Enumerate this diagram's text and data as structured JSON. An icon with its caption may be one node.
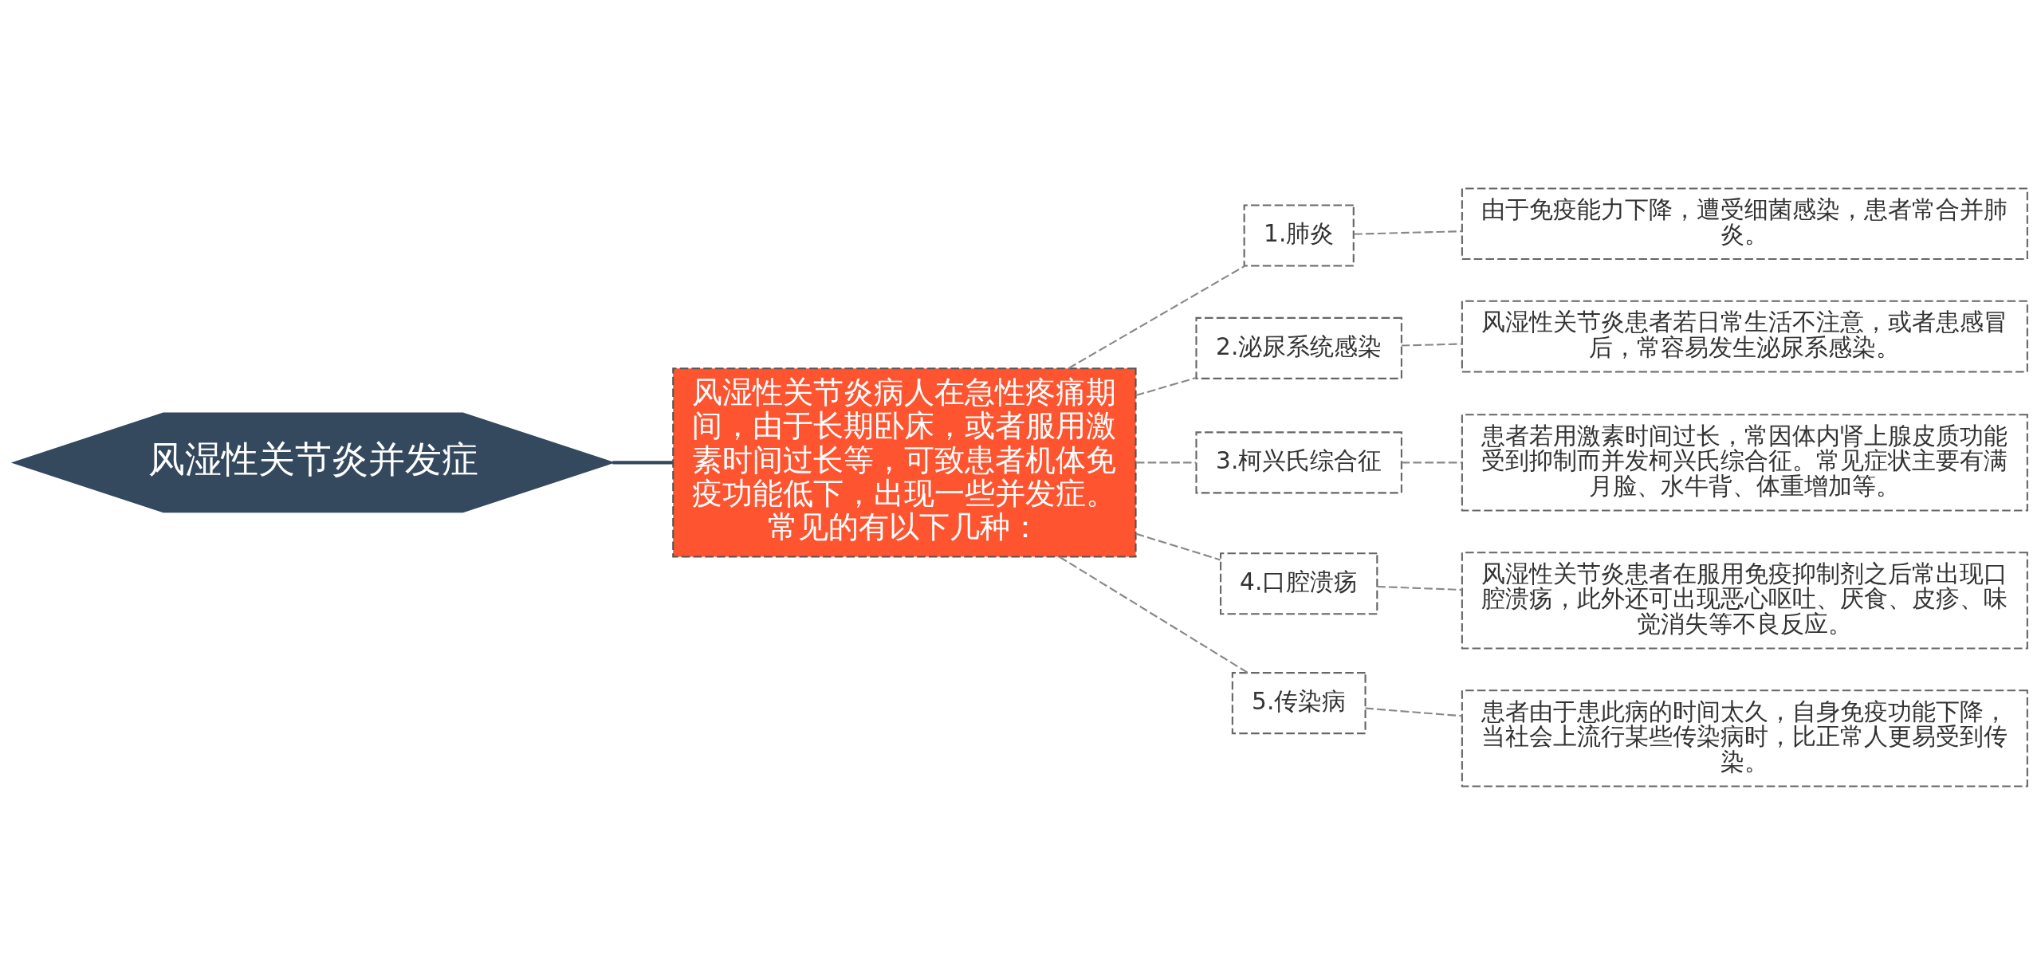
{
  "diagram": {
    "nodes": [
      {
        "text": [
          "风湿性关节炎并发症"
        ]
      },
      {
        "text": [
          "风湿性关节炎病人在急性疼痛期间，由于长期卧床，或者服用激素时间过长等，可致患者机体免疫功能低下，出现一些并发症。常见的有以下几种："
        ]
      },
      {
        "text": [
          "1.肺炎"
        ]
      },
      {
        "text": [
          "由于免疫能力下降，遭受细菌感染，患者常合并肺炎。"
        ]
      },
      {
        "text": [
          "2.泌尿系统感染"
        ]
      },
      {
        "text": [
          "风湿性关节炎患者若日常生活不注意，或者患感冒后，常容易发生泌尿系感染。"
        ]
      },
      {
        "text": [
          "3.柯兴氏综合征"
        ]
      },
      {
        "text": [
          "患者若用激素时间过长，常因体内肾上腺皮质功能受到抑制而并发柯兴氏综合征。常见症状主要有满月脸、水牛背、体重增加等。"
        ]
      },
      {
        "text": [
          "4.口腔溃疡"
        ]
      },
      {
        "text": [
          "风湿性关节炎患者在服用免疫抑制剂之后常出现口腔溃疡，此外还可出现恶心呕吐、厌食、皮疹、味觉消失等不良反应。"
        ]
      },
      {
        "text": [
          "5.传染病"
        ]
      },
      {
        "text": [
          "患者由于患此病的时间太久，自身免疫功能下降，当社会上流行某些传染病时，比正常人更易受到传染。"
        ]
      }
    ],
    "edges": [
      {
        "from": 0,
        "to": 1,
        "arrow": "none",
        "color": "#34495e"
      },
      {
        "from": 1,
        "to": 2,
        "arrow": "none",
        "style": "dashed"
      },
      {
        "from": 2,
        "to": 3,
        "arrow": "none",
        "style": "dashed"
      },
      {
        "from": 1,
        "to": 4,
        "arrow": "none",
        "style": "dashed"
      },
      {
        "from": 4,
        "to": 5,
        "arrow": "none",
        "style": "dashed"
      },
      {
        "from": 1,
        "to": 6,
        "arrow": "none",
        "style": "dashed"
      },
      {
        "from": 6,
        "to": 7,
        "arrow": "none",
        "style": "dashed"
      },
      {
        "from": 1,
        "to": 8,
        "arrow": "none",
        "style": "dashed"
      },
      {
        "from": 8,
        "to": 9,
        "arrow": "none",
        "style": "dashed"
      },
      {
        "from": 1,
        "to": 10,
        "arrow": "none",
        "style": "dashed"
      },
      {
        "from": 10,
        "to": 11,
        "arrow": "none",
        "style": "dashed"
      }
    ]
  }
}
